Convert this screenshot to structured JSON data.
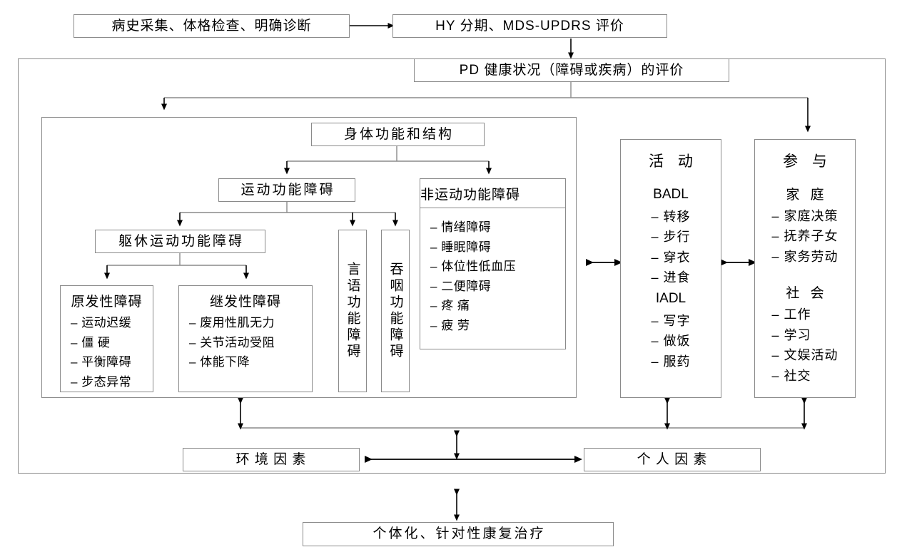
{
  "diagram": {
    "title": "PD rehabilitation assessment flowchart",
    "line_color": "#8a8a8a",
    "arrow_color": "#000000"
  },
  "top": {
    "step1": "病史采集、体格检查、明确诊断",
    "step2": "HY 分期、MDS-UPDRS 评价"
  },
  "evaluation": {
    "label": "PD 健康状况（障碍或疾病）的评价"
  },
  "body_function": {
    "label": "身体功能和结构",
    "motor": {
      "label": "运动功能障碍",
      "trunk_limb": "躯休运动功能障碍",
      "primary": {
        "header": "原发性障碍",
        "items": [
          "运动迟缓",
          "僵  硬",
          "平衡障碍",
          "步态异常"
        ]
      },
      "secondary": {
        "header": "继发性障碍",
        "items": [
          "废用性肌无力",
          "关节活动受阻",
          "体能下降"
        ]
      },
      "speech": "言语功能障碍",
      "swallow": "吞咽功能障碍"
    },
    "nonmotor": {
      "header": "非运动功能障碍",
      "items": [
        "情绪障碍",
        "睡眠障碍",
        "体位性低血压",
        "二便障碍",
        "疼  痛",
        "疲  劳"
      ]
    }
  },
  "activity": {
    "title": "活 动",
    "groups": [
      {
        "name": "BADL",
        "items": [
          "转移",
          "步行",
          "穿衣",
          "进食"
        ]
      },
      {
        "name": "IADL",
        "items": [
          "写字",
          "做饭",
          "服药"
        ]
      }
    ]
  },
  "participation": {
    "title": "参 与",
    "groups": [
      {
        "name": "家 庭",
        "items": [
          "家庭决策",
          "抚养子女",
          "家务劳动"
        ]
      },
      {
        "name": "社 会",
        "items": [
          "工作",
          "学习",
          "文娱活动",
          "社交"
        ]
      }
    ]
  },
  "factors": {
    "environmental": "环 境 因 素",
    "personal": "个 人 因 素"
  },
  "bottom": {
    "treatment": "个体化、针对性康复治疗"
  }
}
